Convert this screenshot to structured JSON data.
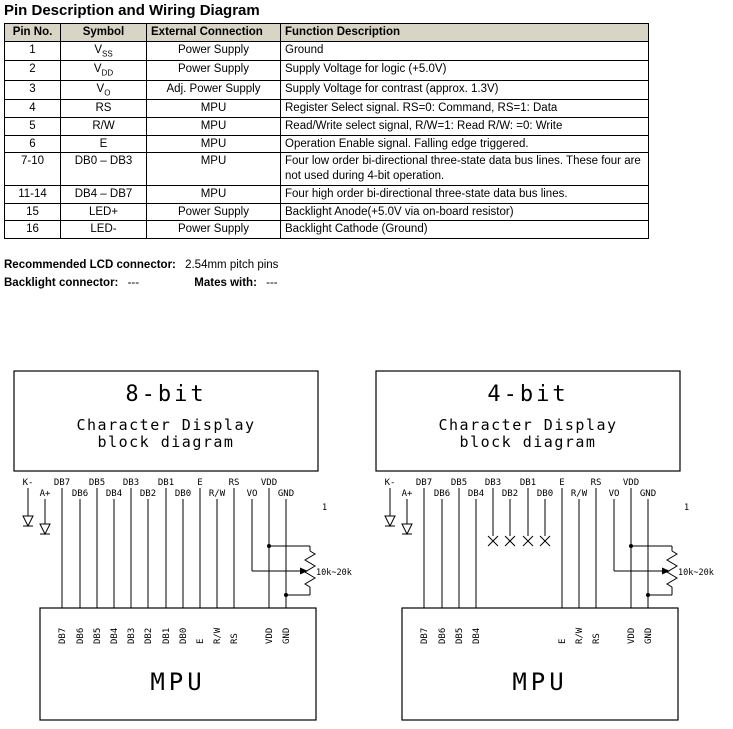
{
  "page": {
    "title": "Pin Description and Wiring Diagram"
  },
  "colors": {
    "table_header_bg": "#d8d4c6",
    "border": "#000000"
  },
  "table": {
    "headers": [
      "Pin No.",
      "Symbol",
      "External Connection",
      "Function Description"
    ],
    "rows": [
      {
        "pin": "1",
        "symbol": "V",
        "symbol_sub": "SS",
        "connection": "Power Supply",
        "description": "Ground"
      },
      {
        "pin": "2",
        "symbol": "V",
        "symbol_sub": "DD",
        "connection": "Power Supply",
        "description": "Supply Voltage for logic (+5.0V)"
      },
      {
        "pin": "3",
        "symbol": "V",
        "symbol_sub": "O",
        "connection": "Adj. Power Supply",
        "description": "Supply Voltage for contrast (approx. 1.3V)"
      },
      {
        "pin": "4",
        "symbol": "RS",
        "connection": "MPU",
        "description": "Register Select signal. RS=0: Command,  RS=1: Data"
      },
      {
        "pin": "5",
        "symbol": "R/W",
        "connection": "MPU",
        "description": "Read/Write select signal, R/W=1: Read  R/W: =0: Write"
      },
      {
        "pin": "6",
        "symbol": "E",
        "connection": "MPU",
        "description": "Operation Enable signal.  Falling edge triggered."
      },
      {
        "pin": "7-10",
        "symbol": "DB0 – DB3",
        "connection": "MPU",
        "description": "Four low order bi-directional three-state data bus lines.  These four are not used during 4-bit operation."
      },
      {
        "pin": "11-14",
        "symbol": "DB4 – DB7",
        "connection": "MPU",
        "description": "Four high order bi-directional three-state data bus lines."
      },
      {
        "pin": "15",
        "symbol": "LED+",
        "connection": "Power Supply",
        "description": "Backlight Anode(+5.0V via on-board resistor)"
      },
      {
        "pin": "16",
        "symbol": "LED-",
        "connection": "Power Supply",
        "description": "Backlight Cathode (Ground)"
      }
    ]
  },
  "notes": {
    "lcd_connector_label": "Recommended LCD connector:",
    "lcd_connector_value": "2.54mm pitch pins",
    "backlight_label": "Backlight connector:",
    "backlight_value": "---",
    "mates_label": "Mates with:",
    "mates_value": "---"
  },
  "diagrams": [
    {
      "title": "8-bit",
      "subtitle1": "Character Display",
      "subtitle2": "block diagram",
      "pins": [
        "K-",
        "A+",
        "DB7",
        "DB6",
        "DB5",
        "DB4",
        "DB3",
        "DB2",
        "DB1",
        "DB0",
        "E",
        "R/W",
        "RS",
        "VO",
        "VDD",
        "GND"
      ],
      "pot_label": "10k~20k",
      "pin1_label": "1",
      "mpu_label": "MPU",
      "mpu_pins": [
        "DB7",
        "DB6",
        "DB5",
        "DB4",
        "DB3",
        "DB2",
        "DB1",
        "DB0",
        "E",
        "R/W",
        "RS",
        "VDD",
        "GND"
      ]
    },
    {
      "title": "4-bit",
      "subtitle1": "Character Display",
      "subtitle2": "block diagram",
      "pins": [
        "K-",
        "A+",
        "DB7",
        "DB6",
        "DB5",
        "DB4",
        "DB3",
        "DB2",
        "DB1",
        "DB0",
        "E",
        "R/W",
        "RS",
        "VO",
        "VDD",
        "GND"
      ],
      "pot_label": "10k~20k",
      "pin1_label": "1",
      "mpu_label": "MPU",
      "mpu_pins": [
        "DB7",
        "DB6",
        "DB5",
        "DB4",
        "E",
        "R/W",
        "RS",
        "VDD",
        "GND"
      ]
    }
  ]
}
